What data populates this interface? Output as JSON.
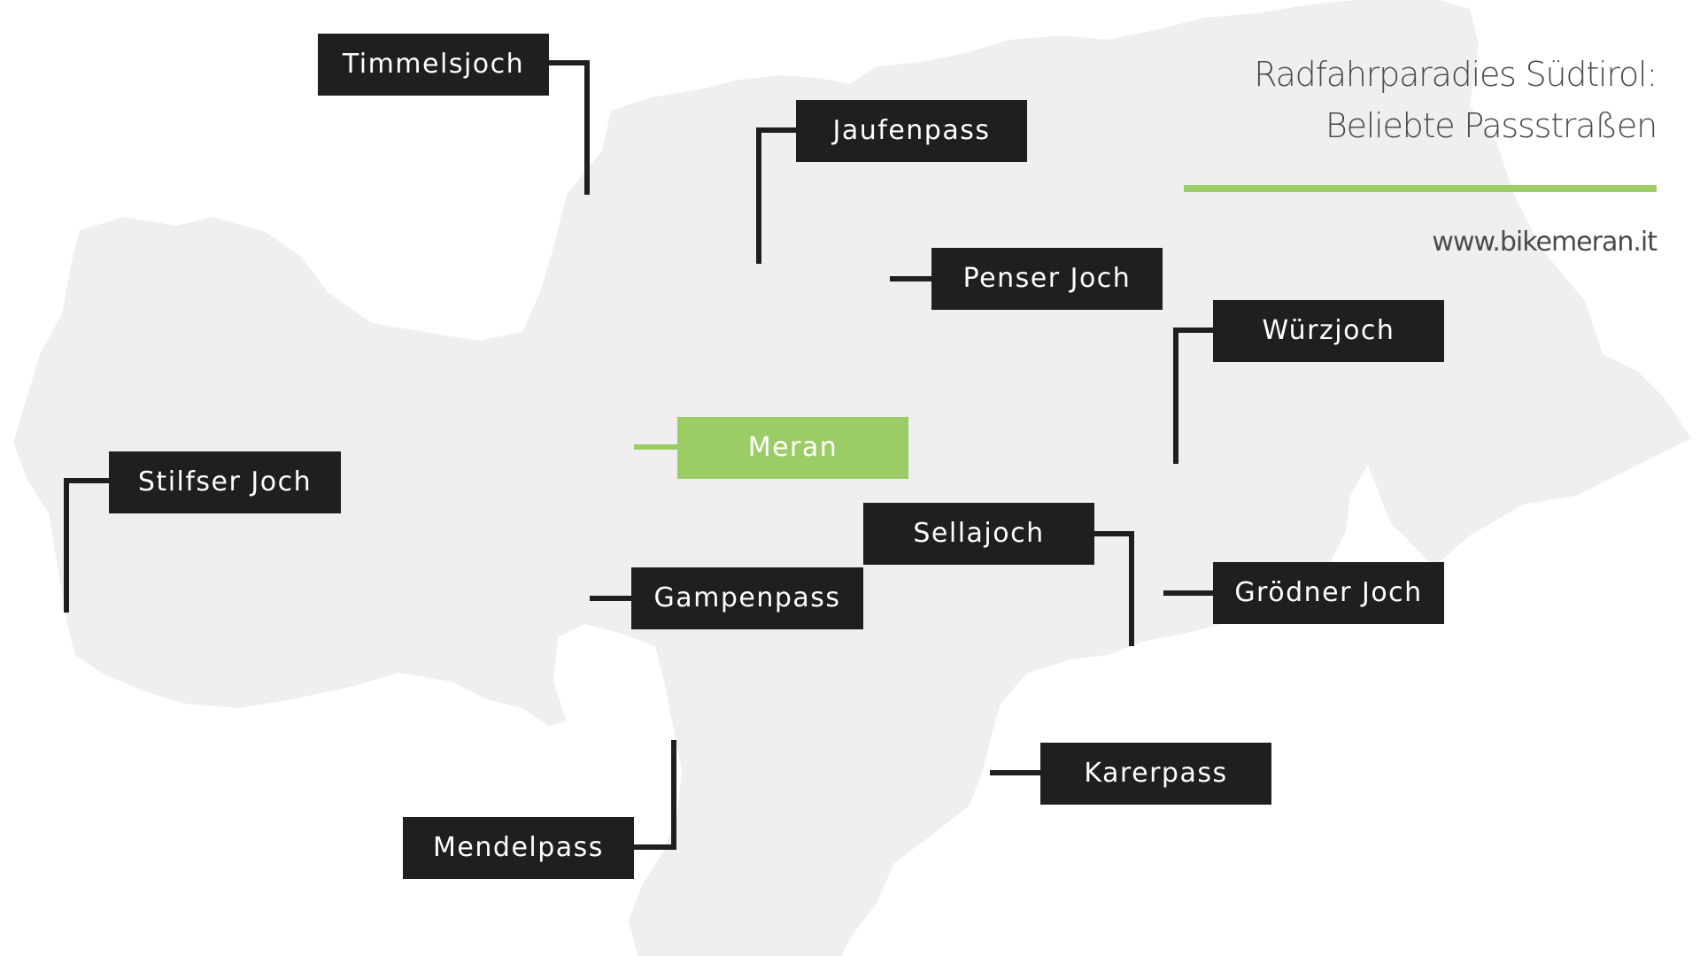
{
  "header": {
    "title_line_1": "Radfahrparadies Südtirol:",
    "title_line_2": "Beliebte Passstraßen",
    "website": "www.bikemeran.it"
  },
  "colors": {
    "region_fill": "#efefef",
    "label_background": "#1f1f1f",
    "label_text": "#ffffff",
    "accent_green": "#9ccc65",
    "connector_line": "#1f1f1f",
    "title_text": "#4a4a4a"
  },
  "labels": {
    "meran": "Meran",
    "timmelsjoch": "Timmelsjoch",
    "jaufenpass": "Jaufenpass",
    "penser_joch": "Penser Joch",
    "wuerzjoch": "Würzjoch",
    "stilfser_joch": "Stilfser Joch",
    "sellajoch": "Sellajoch",
    "gampenpass": "Gampenpass",
    "groedner_joch": "Grödner Joch",
    "karerpass": "Karerpass",
    "mendelpass": "Mendelpass"
  }
}
